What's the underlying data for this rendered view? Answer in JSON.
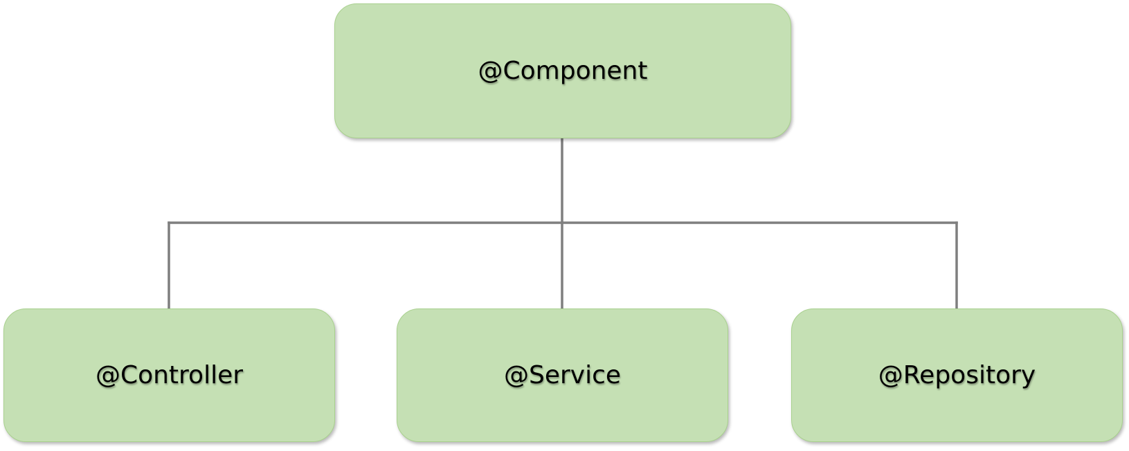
{
  "diagram": {
    "colors": {
      "node_fill": "#c5e0b4",
      "node_border": "#a9d18e",
      "connector": "#7f7f7f",
      "text": "#000000"
    },
    "root": {
      "label": "@Component"
    },
    "children": [
      {
        "label": "@Controller"
      },
      {
        "label": "@Service"
      },
      {
        "label": "@Repository"
      }
    ]
  }
}
